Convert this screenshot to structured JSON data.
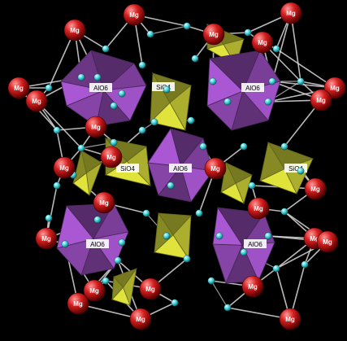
{
  "labels": {
    "mg": "Mg",
    "al": "AlO6",
    "si": "SiO4"
  },
  "colors": {
    "background": "#000000",
    "mg_sphere": "#d41f1f",
    "oxygen": "#3fd0d8",
    "alo6": "#9a4fc0",
    "sio4": "#d9dc3a",
    "bonds": "#d8d8d8"
  },
  "species": [
    {
      "name": "magnesium",
      "label_key": "mg",
      "icon": "red-sphere"
    },
    {
      "name": "oxygen",
      "icon": "cyan-sphere"
    },
    {
      "name": "aluminium-octahedron",
      "label_key": "al",
      "icon": "purple-octahedron"
    },
    {
      "name": "silicon-tetrahedron",
      "label_key": "si",
      "icon": "yellow-tetrahedron"
    }
  ]
}
